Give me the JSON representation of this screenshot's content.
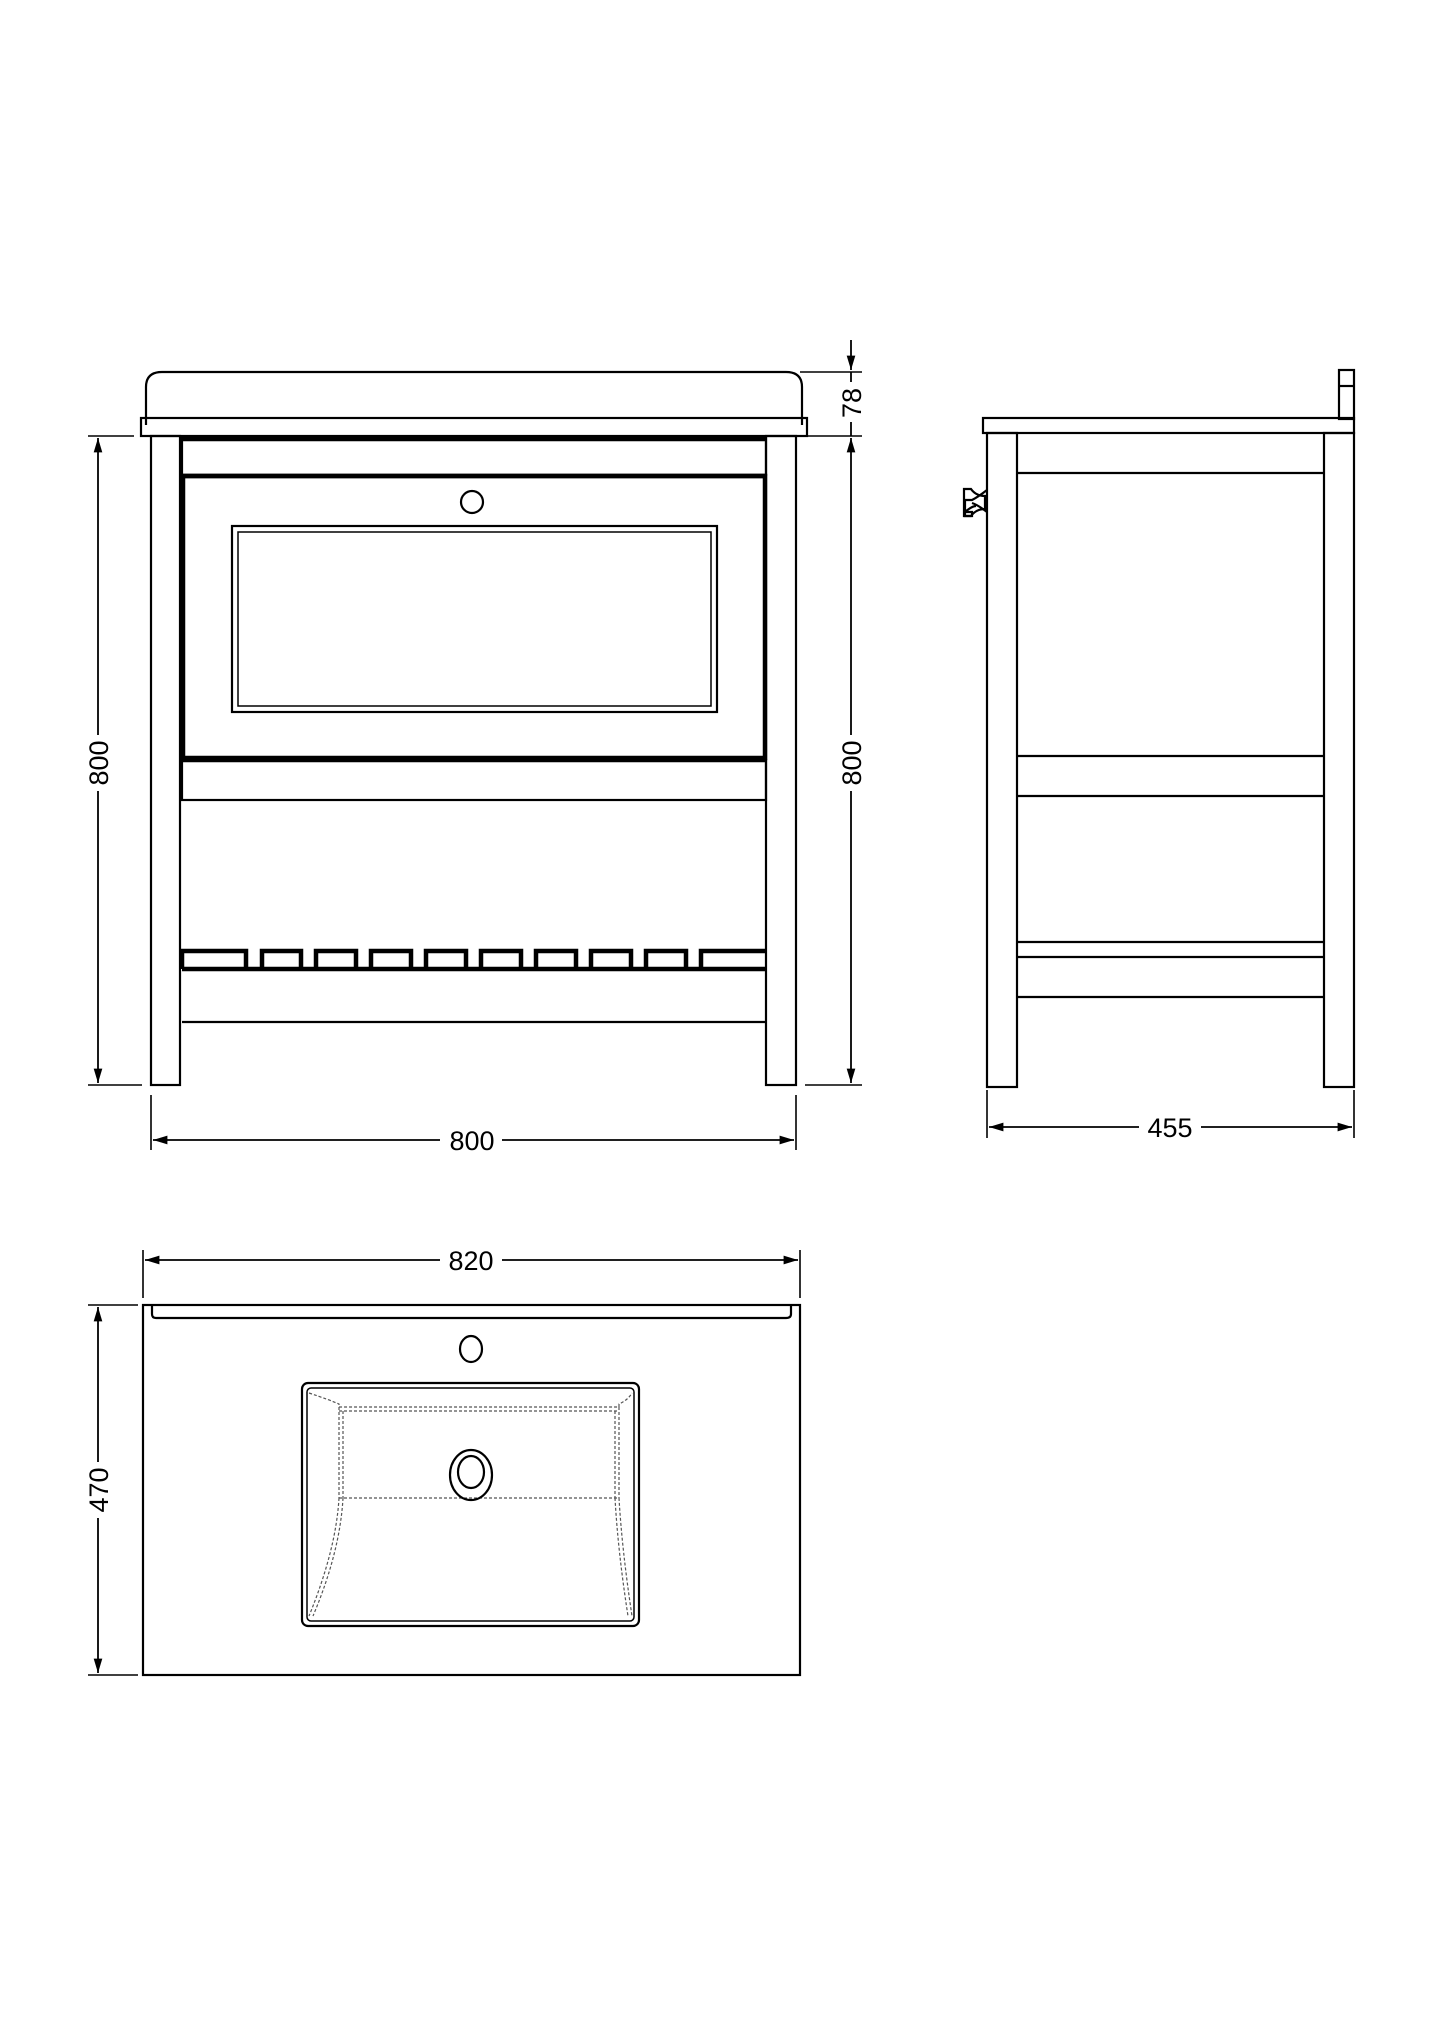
{
  "drawing": {
    "type": "technical-drawing",
    "subject": "Vanity unit with basin (front, side and top views)",
    "units": "mm",
    "line_color": "#000000",
    "background": "#ffffff"
  },
  "front_view": {
    "dimensions": {
      "height_left": "800",
      "height_right": "800",
      "basin_height": "78",
      "width": "800"
    },
    "shelf_slats_count": 10,
    "drawer_count": 1
  },
  "side_view": {
    "dimensions": {
      "depth": "455"
    }
  },
  "top_view": {
    "dimensions": {
      "width": "820",
      "depth": "470"
    }
  }
}
